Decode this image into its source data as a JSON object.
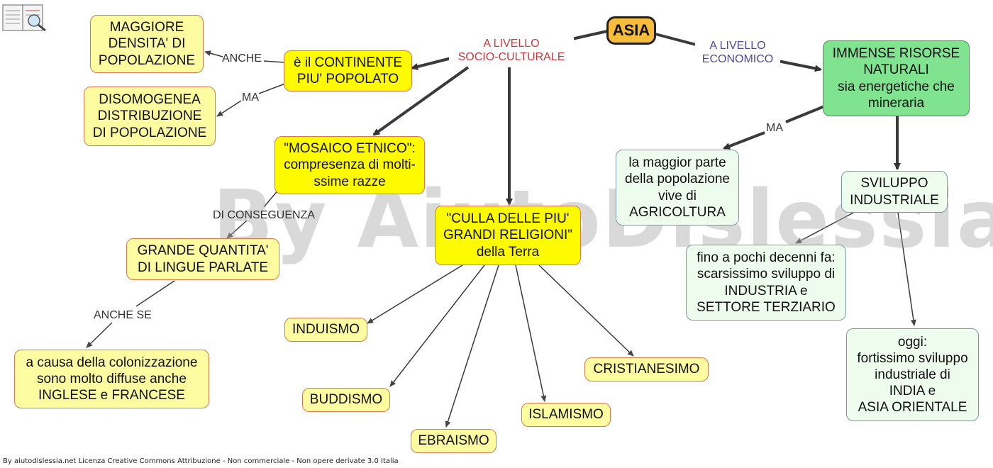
{
  "nodes": {
    "asia": "ASIA",
    "immense_risorse": "IMMENSE RISORSE\nNATURALI\nsia energetiche che\nmineraria",
    "continente": "è il CONTINENTE\nPIU' POPOLATO",
    "densita": "MAGGIORE\nDENSITA' DI\nPOPOLAZIONE",
    "disomogenea": "DISOMOGENEA\nDISTRIBUZIONE\nDI POPOLAZIONE",
    "mosaico": "\"MOSAICO ETNICO\":\ncompresenza di molti-\nssime razze",
    "lingue": "GRANDE QUANTITA'\nDI LINGUE PARLATE",
    "colonizzazione": "a causa della colonizzazione\nsono molto diffuse anche\nINGLESE e FRANCESE",
    "culla": "\"CULLA DELLE PIU'\nGRANDI RELIGIONI\"\ndella Terra",
    "induismo": "INDUISMO",
    "buddismo": "BUDDISMO",
    "ebraismo": "EBRAISMO",
    "islamismo": "ISLAMISMO",
    "cristianesimo": "CRISTIANESIMO",
    "agricoltura": "la maggior parte\ndella popolazione\nvive di\nAGRICOLTURA",
    "sviluppo": "SVILUPPO\nINDUSTRIALE",
    "pochi_decenni": "fino a pochi decenni fa:\nscarsissimo sviluppo di\nINDUSTRIA e\nSETTORE TERZIARIO",
    "oggi": "oggi:\nfortissimo sviluppo\nindustriale di\nINDIA e\nASIA ORIENTALE"
  },
  "links": {
    "socio": "A LIVELLO\nSOCIO-CULTURALE",
    "economico": "A LIVELLO\nECONOMICO",
    "anche": "ANCHE",
    "ma_left": "MA",
    "di_conseguenza": "DI CONSEGUENZA",
    "anche_se": "ANCHE SE",
    "ma_right": "MA"
  },
  "watermark": "By AiutoDislessia.net",
  "footer": "By aiutodislessia.net Licenza Creative Commons Attribuzione - Non commerciale - Non opere derivate 3.0 Italia",
  "colors": {
    "yellow": "#fefca0",
    "bright_yellow": "#fefa00",
    "green": "#7fe38f",
    "mint": "#eefcee",
    "root": "#f8bc3c",
    "link_red": "#c8383c",
    "link_blue": "#4e4a9c"
  }
}
